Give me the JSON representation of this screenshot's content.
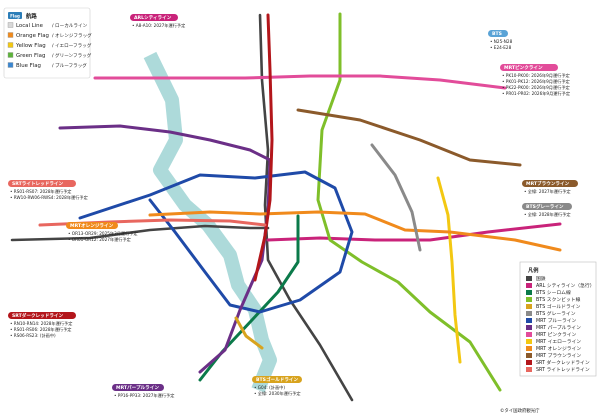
{
  "colors": {
    "arl": "#c9237a",
    "bts_sukhumvit": "#7fbf2a",
    "bts_silom": "#0b7a4a",
    "bts_gold": "#d8a31e",
    "bts_gray": "#8a8a8a",
    "mrt_blue": "#1f4aa8",
    "mrt_purple": "#6b2f87",
    "mrt_pink": "#e24c9a",
    "mrt_yellow": "#f3c812",
    "mrt_orange": "#f08a1c",
    "mrt_brown": "#8b5a2b",
    "srt_dark_red": "#b3161b",
    "srt_light_red": "#e8675f",
    "national_rail": "#444444",
    "river": "#9fd3d3"
  },
  "boat_legend": {
    "badge": "Flag",
    "title": "航路",
    "items": [
      {
        "color": "#d8d8d8",
        "name": "Local Line",
        "jp": "ローカルライン"
      },
      {
        "color": "#f08a1c",
        "name": "Orange Flag",
        "jp": "オレンジフラッグ"
      },
      {
        "color": "#f3c812",
        "name": "Yellow Flag",
        "jp": "イエローフラッグ"
      },
      {
        "color": "#5db33a",
        "name": "Green Flag",
        "jp": "グリーンフラッグ"
      },
      {
        "color": "#3a86d0",
        "name": "Blue Flag",
        "jp": "ブルーフラッグ"
      }
    ]
  },
  "callouts": [
    {
      "id": "arl-top",
      "color": "#c9237a",
      "title": "ARLシティライン",
      "notes": [
        "A8-A10: 2027年運行予定"
      ]
    },
    {
      "id": "bts-top-right",
      "color": "#5aa3d6",
      "title": "BTS",
      "notes": [
        "N25-N28",
        "E24-E28"
      ]
    },
    {
      "id": "pink-right",
      "color": "#e24c9a",
      "title": "MRTピンクライン",
      "notes": [
        "PK10-PK00: 2026年9月運行予定",
        "PK01-PK12: 2026年9月運行予定",
        "PK22-PK00: 2026年9月運行予定",
        "PR01-PR02: 2026年9月運行予定"
      ]
    },
    {
      "id": "brown-right",
      "color": "#8b5a2b",
      "title": "MRTブラウンライン",
      "notes": [
        "全線: 2027年運行予定"
      ]
    },
    {
      "id": "gray-right",
      "color": "#8a8a8a",
      "title": "BTSグレーライン",
      "notes": [
        "全線: 2028年運行予定"
      ]
    },
    {
      "id": "srt-left",
      "color": "#e8675f",
      "title": "SRTライトレッドライン",
      "notes": [
        "RS01-RS07: 2028年運行予定",
        "RW10-RW06-RWS4: 2028年運行予定"
      ]
    },
    {
      "id": "orange-left",
      "color": "#f08a1c",
      "title": "MRTオレンジライン",
      "notes": [
        "OR13-OR29: 2025年3月運行予定",
        "OR01-OR12: 2027年運行予定"
      ]
    },
    {
      "id": "darkred-left",
      "color": "#b3161b",
      "title": "SRTダークレッドライン",
      "notes": [
        "RN10-RN14: 2028年運行予定",
        "RS01-RS06: 2028年運行予定",
        "RS06-RS23: (計画中)"
      ]
    },
    {
      "id": "purple-bottom",
      "color": "#6b2f87",
      "title": "MRTパープルライン",
      "notes": [
        "PP16-PP33: 2027年運行予定"
      ]
    },
    {
      "id": "gold-bottom",
      "color": "#d8a31e",
      "title": "BTSゴールドライン",
      "notes": [
        "G04: (計画中)",
        "全線: 2030年運行予定"
      ]
    }
  ],
  "line_legend": {
    "heading": "凡例",
    "items": [
      {
        "color": "#444444",
        "label": "国鉄"
      },
      {
        "color": "#c9237a",
        "label": "ARL シティライン（急行）"
      },
      {
        "color": "#0b7a4a",
        "label": "BTS シーロム線"
      },
      {
        "color": "#7fbf2a",
        "label": "BTS スクンビット線"
      },
      {
        "color": "#d8a31e",
        "label": "BTS ゴールドライン"
      },
      {
        "color": "#8a8a8a",
        "label": "BTS グレーライン"
      },
      {
        "color": "#1f4aa8",
        "label": "MRT ブルーライン"
      },
      {
        "color": "#6b2f87",
        "label": "MRT パープルライン"
      },
      {
        "color": "#e24c9a",
        "label": "MRT ピンクライン"
      },
      {
        "color": "#f3c812",
        "label": "MRT イエローライン"
      },
      {
        "color": "#f08a1c",
        "label": "MRT オレンジライン"
      },
      {
        "color": "#8b5a2b",
        "label": "MRT ブラウンライン"
      },
      {
        "color": "#b3161b",
        "label": "SRT ダークレッドライン"
      },
      {
        "color": "#e8675f",
        "label": "SRT ライトレッドライン"
      }
    ]
  },
  "footer": "©タイ国政府観光庁"
}
